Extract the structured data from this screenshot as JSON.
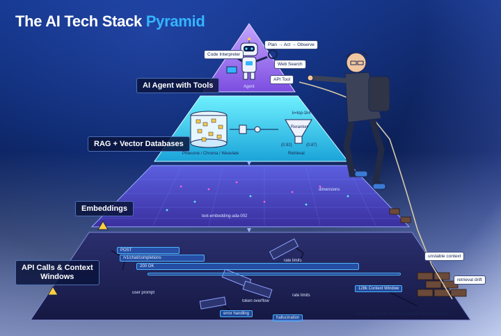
{
  "title": {
    "main": "The AI Tech Stack",
    "accent": "Pyramid"
  },
  "layers": [
    {
      "name": "AI Agent with Tools"
    },
    {
      "name": "RAG + Vector Databases"
    },
    {
      "name": "Embeddings"
    },
    {
      "name": "API Calls & Context",
      "name2": "Windows"
    }
  ],
  "agent_layer": {
    "center_label": "Agent",
    "tools": [
      "Code Interpreter",
      "Plan → Act → Observe",
      "Web Search",
      "API Tool"
    ]
  },
  "rag_layer": {
    "db_caption": "Pinecone / Chroma / Weaviate",
    "retrieval_label": "Retrieval",
    "topk_label": "k=top-1k4",
    "score_left": "(0.92)",
    "score_right": "(0.87)",
    "funnel_label": "Reranker"
  },
  "embedding_layer": {
    "model_label": "text-embedding-ada-002",
    "side_label": "dimensions"
  },
  "api_layer": {
    "method": "POST",
    "endpoint": "/v1/chat/completions",
    "status": "200 OK",
    "rate_limits": "rate limits",
    "context_window": "128k Context Window",
    "user_prompt": "user prompt",
    "token_overflow": "token overflow",
    "rate_limits_2": "rate limits",
    "fallback_1": "error handling",
    "fallback_2": "hallucination"
  },
  "cracks": {
    "right_1": "unstable context",
    "right_2": "retrieval drift"
  },
  "footer": "Strong agents require stable foundations",
  "colors": {
    "top": "#8b5cf6",
    "rag": "#22c3e6",
    "embeddings": "#4c3bb5",
    "base": "#1c1f4f",
    "accent": "#34b5ff"
  }
}
